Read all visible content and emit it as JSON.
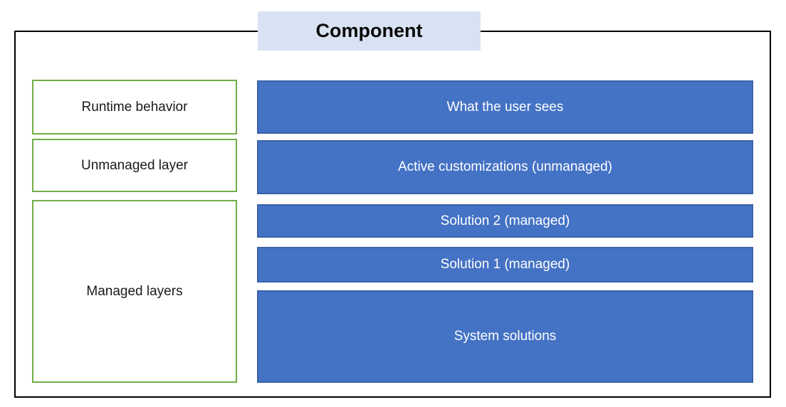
{
  "diagram": {
    "title": "Component",
    "left_column": [
      {
        "label": "Runtime behavior"
      },
      {
        "label": "Unmanaged layer"
      },
      {
        "label": "Managed layers"
      }
    ],
    "right_column": [
      {
        "label": "What the user sees"
      },
      {
        "label": "Active customizations (unmanaged)"
      },
      {
        "label": "Solution 2 (managed)"
      },
      {
        "label": "Solution 1 (managed)"
      },
      {
        "label": "System solutions"
      }
    ],
    "colors": {
      "layer_fill": "#4472c4",
      "layer_border": "#3a62a8",
      "layer_text": "#ffffff",
      "label_border": "#70ad47",
      "title_fill": "#d9e2f3",
      "frame_border": "#000000"
    }
  }
}
